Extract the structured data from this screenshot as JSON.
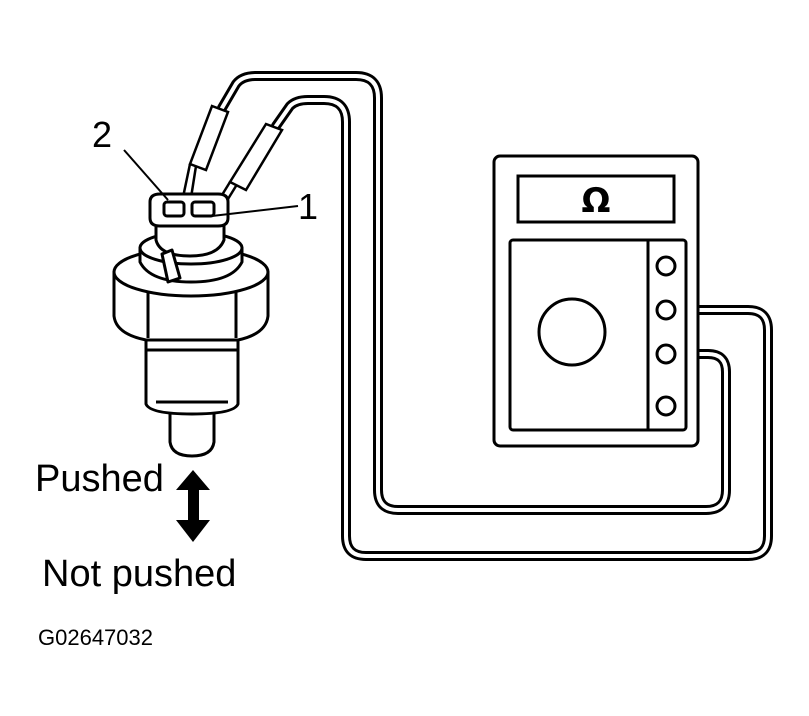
{
  "labels": {
    "terminal_1": "1",
    "terminal_2": "2",
    "pushed": "Pushed",
    "not_pushed": "Not pushed",
    "figure_code": "G02647032"
  },
  "meter": {
    "display_symbol": "Ω",
    "terminal_count": 4
  },
  "colors": {
    "ink": "#000000",
    "paper": "#ffffff"
  }
}
